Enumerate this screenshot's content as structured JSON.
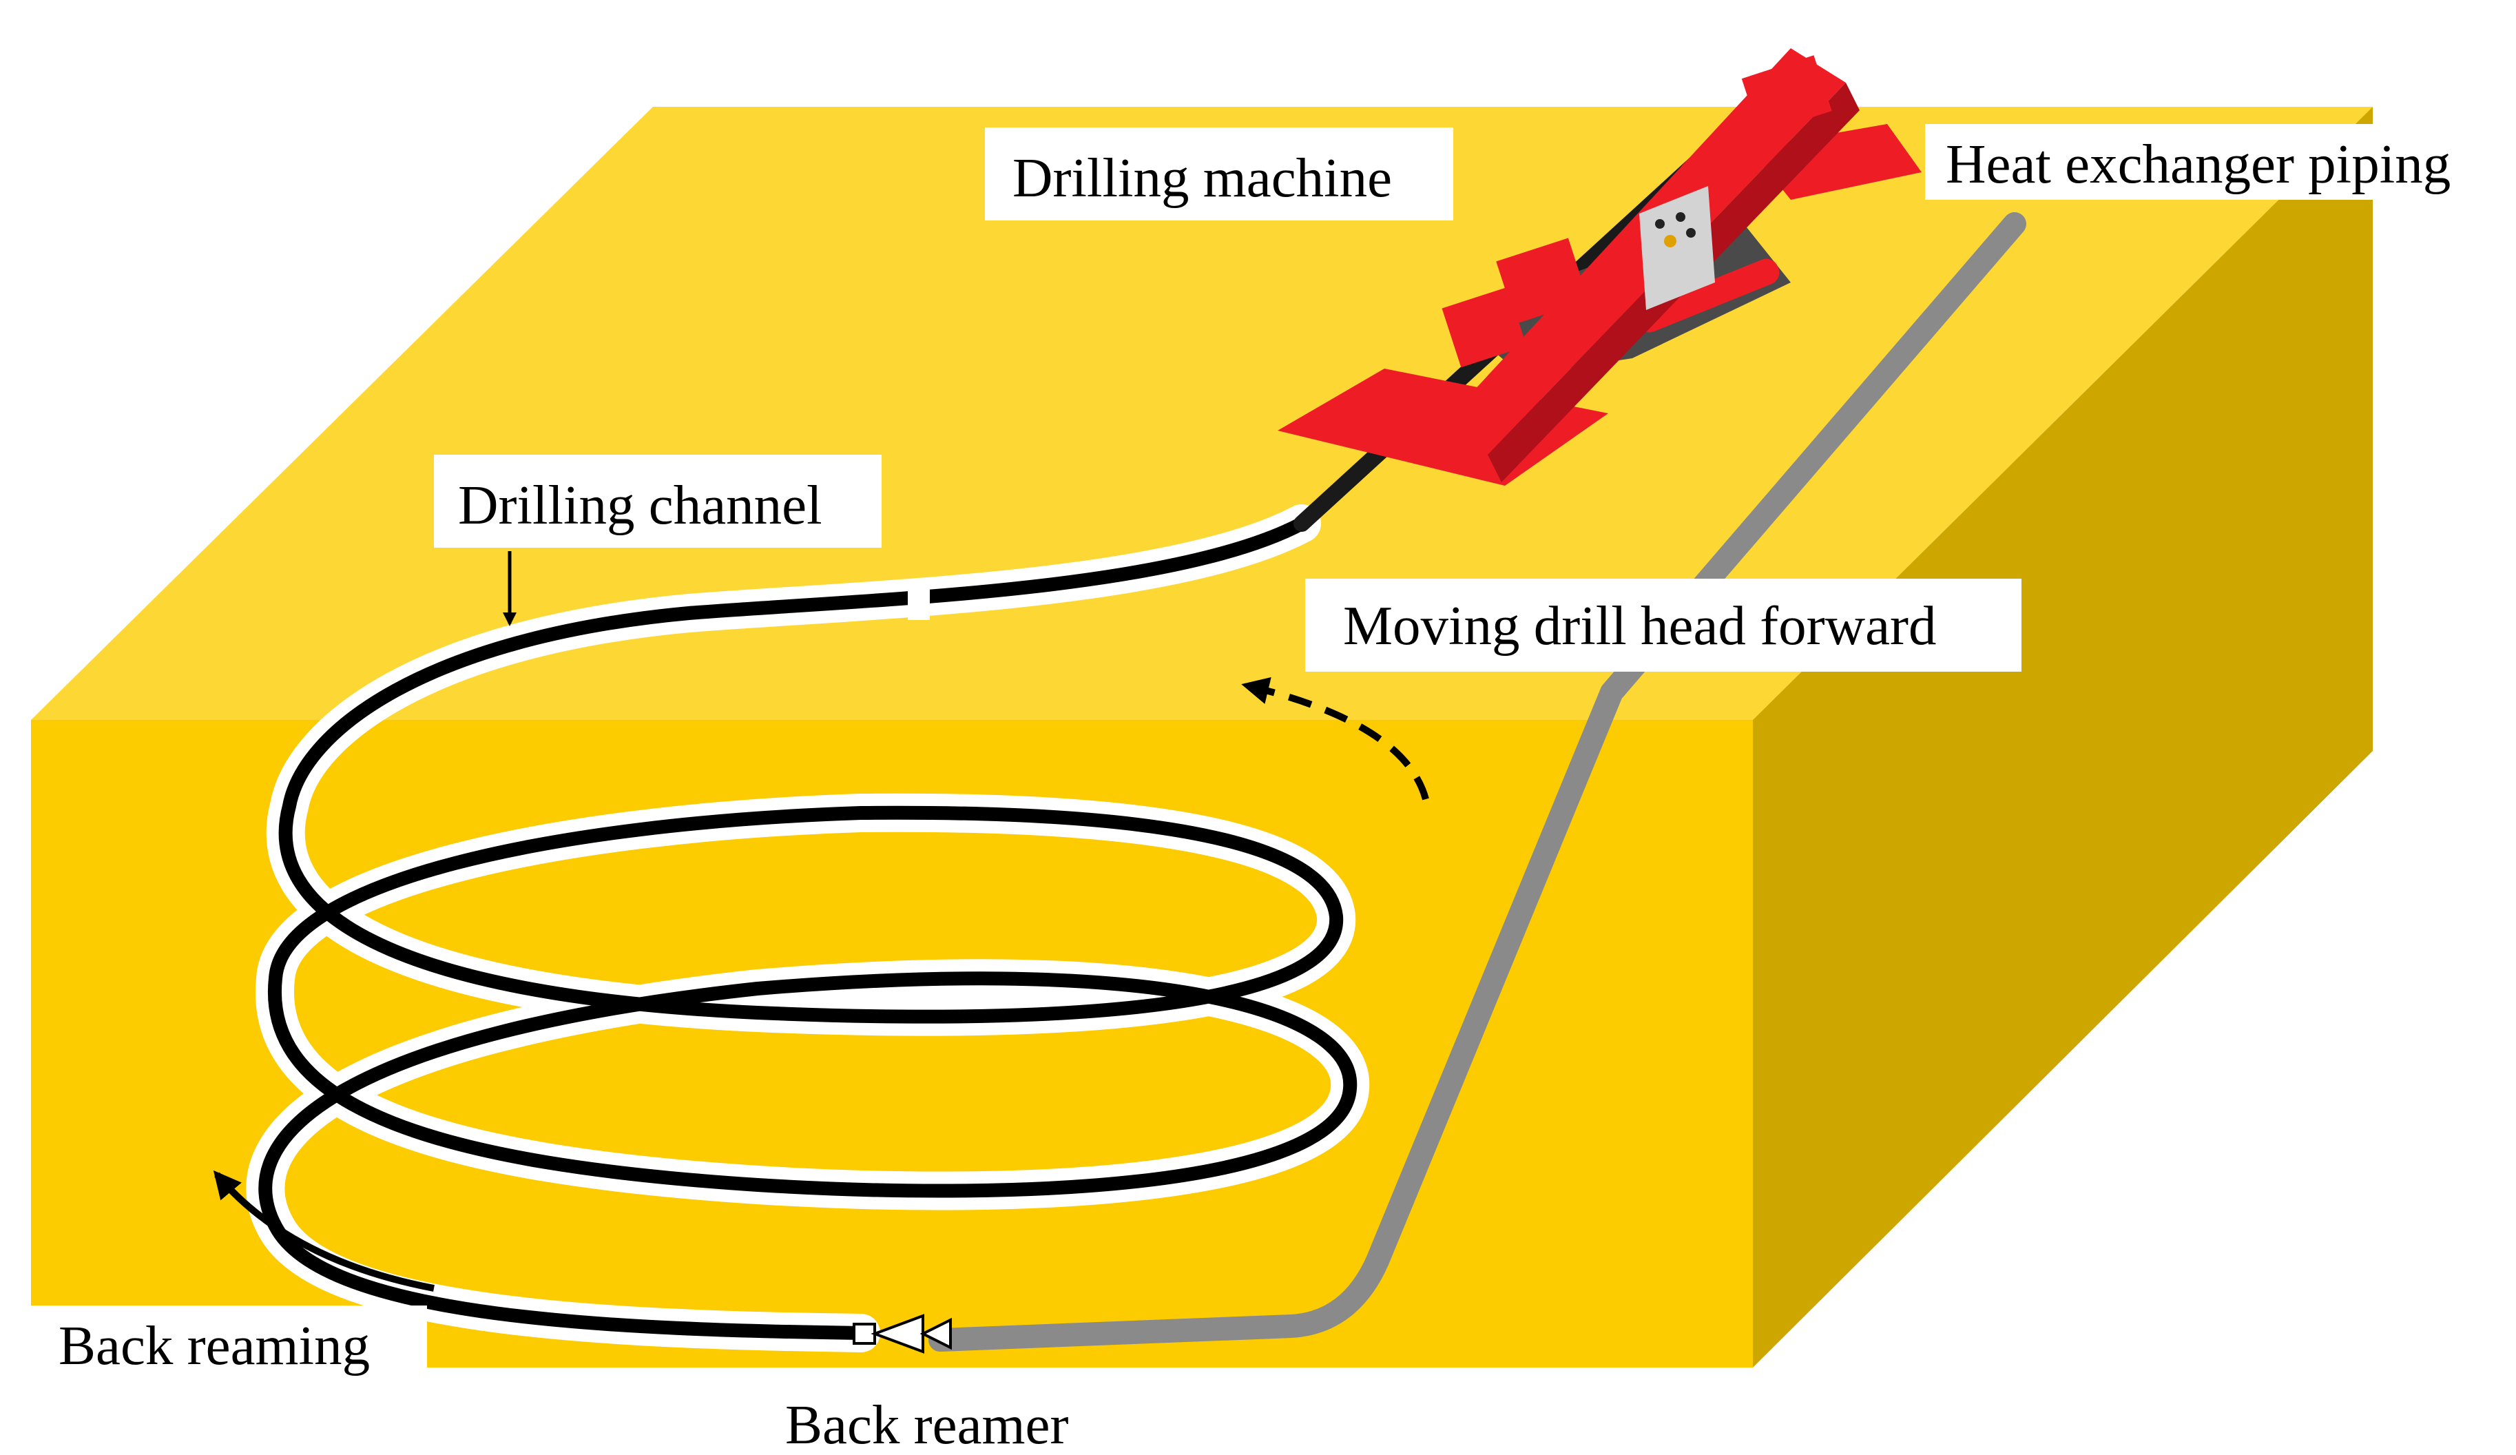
{
  "labels": {
    "drilling_machine": "Drilling machine",
    "heat_exchanger_piping": "Heat exchanger piping",
    "drilling_channel": "Drilling channel",
    "moving_drill_head_forward": "Moving drill head forward",
    "back_reaming": "Back reaming",
    "back_reamer": "Back reamer"
  },
  "colors": {
    "top_face": "#fdd835",
    "front_face": "#fccb00",
    "side_face": "#cda700",
    "machine": "#ee1c24",
    "channel": "#000000",
    "channel_halo": "#ffffff",
    "piping": "#8a8a8a",
    "panel": "#d3d3d3",
    "track": "#4a4a4a"
  }
}
